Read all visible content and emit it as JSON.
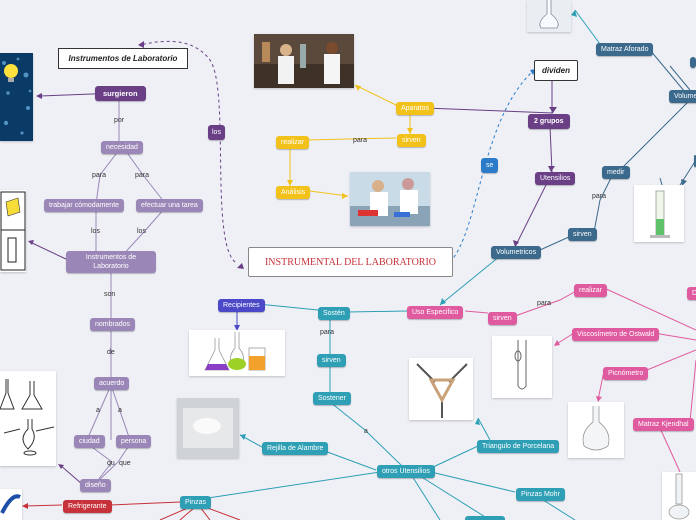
{
  "center": "INSTRUMENTAL DEL LABORATORIO",
  "boxes": {
    "instrumentos": "Instrumentos de Laboratorio",
    "dividen": "dividen"
  },
  "nodes": {
    "surgieron": "surgieron",
    "necesidad": "necesidad",
    "trabajar": "trabajar cómodamente",
    "efectuar": "efectuar una tarea",
    "instr_lab": [
      "Instrumentos de",
      "Laboratorio"
    ],
    "nombrados": "nombrados",
    "acuerdo": "acuerdo",
    "ciudad": "ciudad",
    "persona": "persona",
    "diseno": "diseño",
    "refrigerante": "Refrigerante",
    "los_bubble": "los",
    "aparatos": "Aparatos",
    "sirven_y": "sirven",
    "realizar_y": "realizar",
    "analisis": "Análisis",
    "dos_grupos": "2 grupos",
    "utensilios": "Utensilios",
    "volumetricos": "Volumetricos",
    "sirven_b": "sirven",
    "medir": "medir",
    "matraz_aforado": "Matraz Aforado",
    "volume_partial": "Volume",
    "se": "se",
    "uso_especifico": "Uso Especifico",
    "sirven_p": "sirven",
    "realizar_p": "realizar",
    "viscosimetro": "Viscosímetro de Ostwald",
    "picnometro": "Picnómetro",
    "matraz_kjendhal": "Matraz Kjendhal",
    "de_partial": "De",
    "soston": "Sostén",
    "sirven_t": "sirven",
    "sostener": "Sostener",
    "recipientes": "Recipientes",
    "rejilla": "Rejilla de Alambre",
    "otros": "otros Utensilios",
    "triangulo": "Triangulo de Porcelana",
    "pinzas_mohr": "Pinzas Mohr",
    "pinzas": "Pinzas"
  },
  "words": {
    "por": "por",
    "para1": "para",
    "para2": "para",
    "los1": "los",
    "los2": "los",
    "son": "son",
    "de": "de",
    "a1": "a",
    "a2": "a",
    "qu": "qu",
    "que": "que",
    "para_y": "para",
    "para_v": "para",
    "para_p": "para",
    "para_s": "para",
    "a_otros": "a"
  },
  "colors": {
    "purple": "#9b87b7",
    "dark_purple": "#6a3f86",
    "blue": "#3c6a8c",
    "teal": "#2e9fb5",
    "yellow": "#f2c21b",
    "pink": "#e05a9f",
    "red": "#c7313a",
    "indigo": "#4b49c7"
  }
}
